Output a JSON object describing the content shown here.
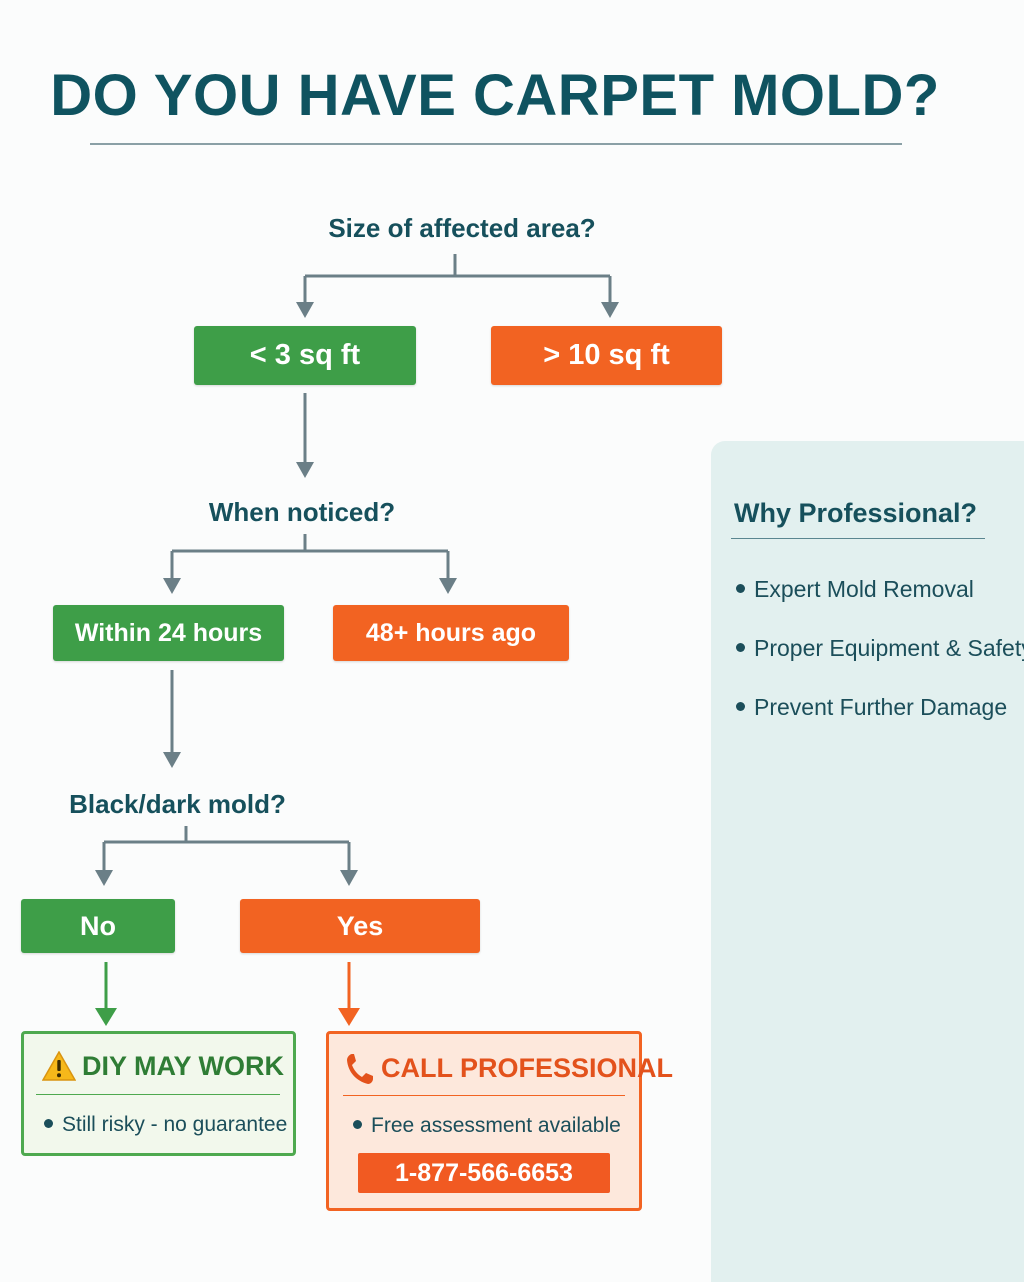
{
  "title": "DO YOU HAVE CARPET MOLD?",
  "questions": {
    "size": "Size of affected area?",
    "when": "When noticed?",
    "color": "Black/dark mold?"
  },
  "options": {
    "small_area": "< 3 sq ft",
    "large_area": "> 10 sq ft",
    "recent": "Within 24 hours",
    "old": "48+ hours ago",
    "no": "No",
    "yes": "Yes"
  },
  "results": {
    "diy": {
      "icon": "warning-icon",
      "title": "DIY MAY WORK",
      "note": "Still risky - no guarantee"
    },
    "pro": {
      "icon": "phone-icon",
      "title": "CALL PROFESSIONAL",
      "note": "Free assessment available",
      "phone": "1-877-566-6653"
    }
  },
  "sidebar": {
    "title": "Why Professional?",
    "items": [
      "Expert Mold Removal",
      "Proper Equipment & Safety",
      "Prevent Further Damage"
    ]
  },
  "colors": {
    "green": "#3e9e48",
    "orange": "#f26322",
    "title": "#0f5360",
    "connector": "#6b7f87"
  }
}
